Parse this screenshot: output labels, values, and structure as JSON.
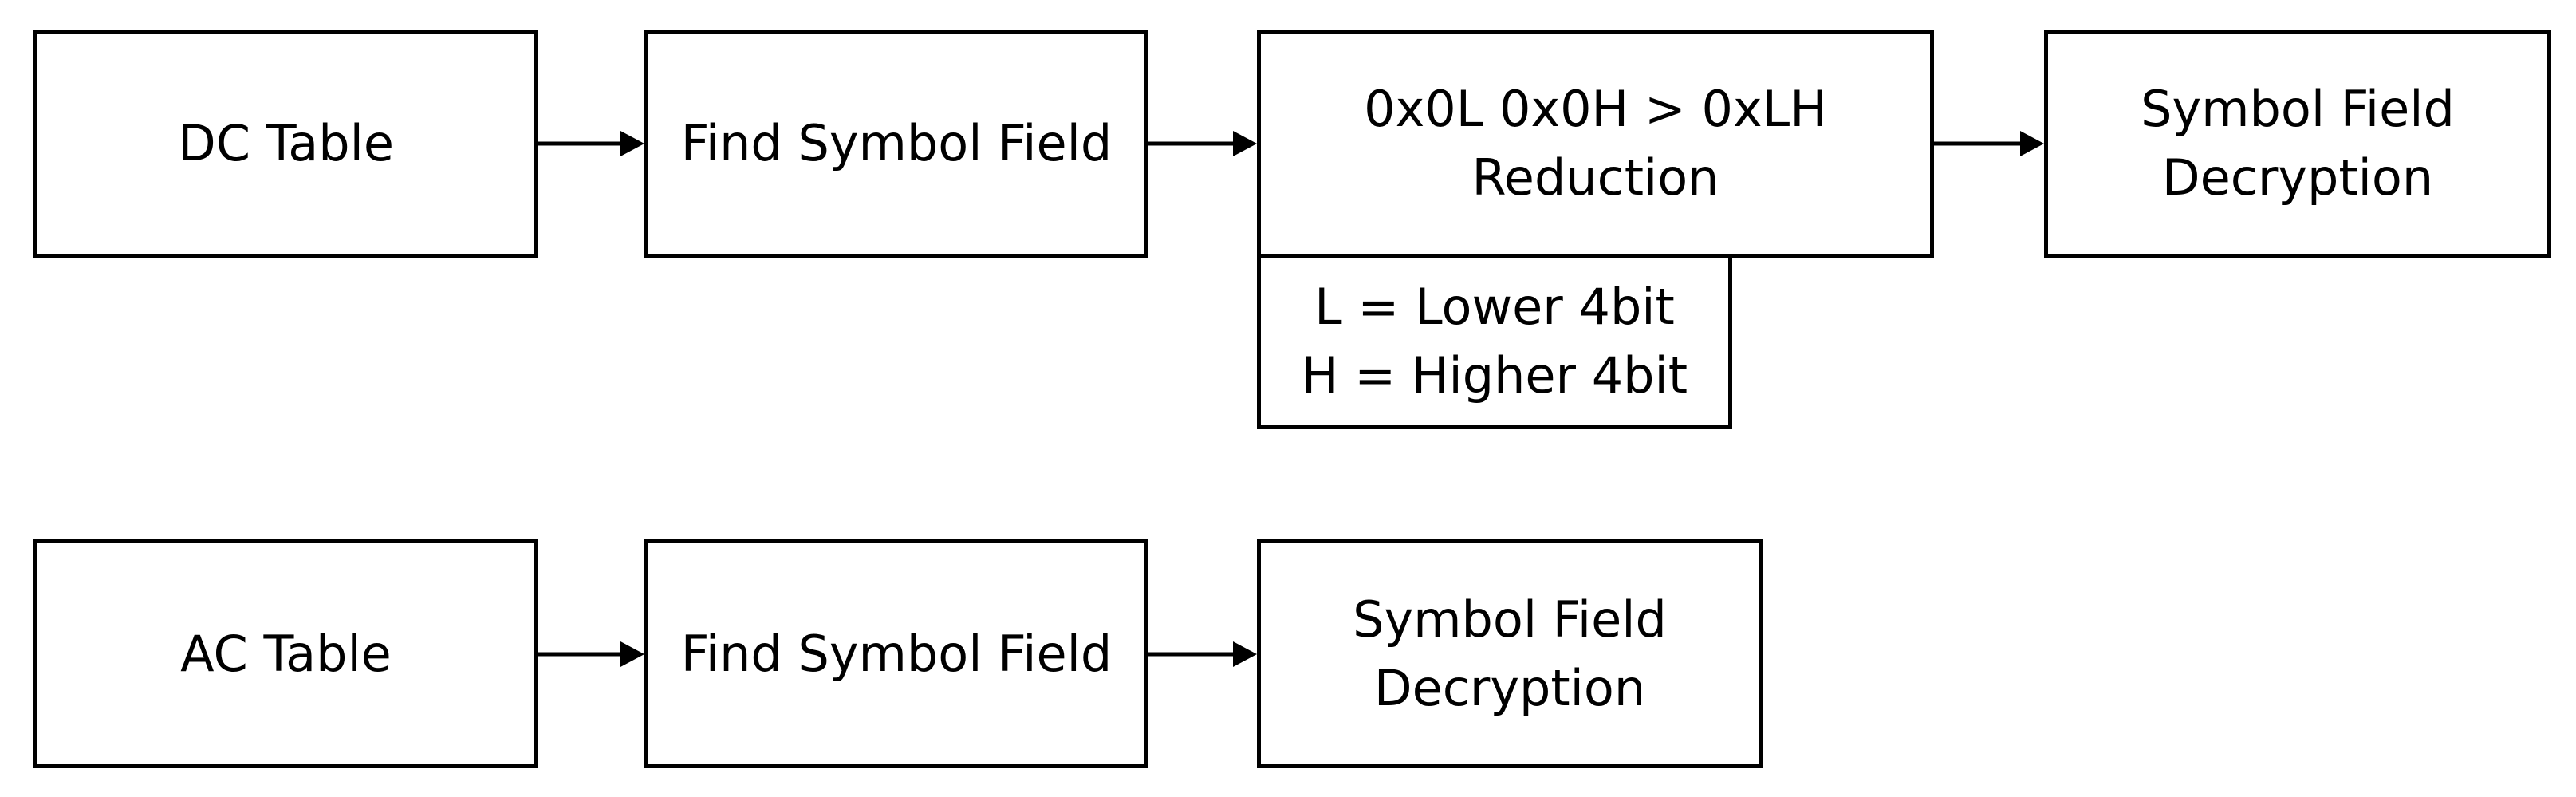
{
  "dc_row": {
    "table": "DC Table",
    "find": "Find Symbol Field",
    "reduction": [
      "0x0L 0x0H > 0xLH",
      "Reduction"
    ],
    "legend": [
      "L = Lower 4bit",
      "H = Higher 4bit"
    ],
    "decryption": [
      "Symbol Field",
      "Decryption"
    ]
  },
  "ac_row": {
    "table": "AC Table",
    "find": "Find Symbol Field",
    "decryption": [
      "Symbol Field",
      "Decryption"
    ]
  },
  "colors": {
    "stroke": "#000000",
    "background": "#ffffff"
  }
}
